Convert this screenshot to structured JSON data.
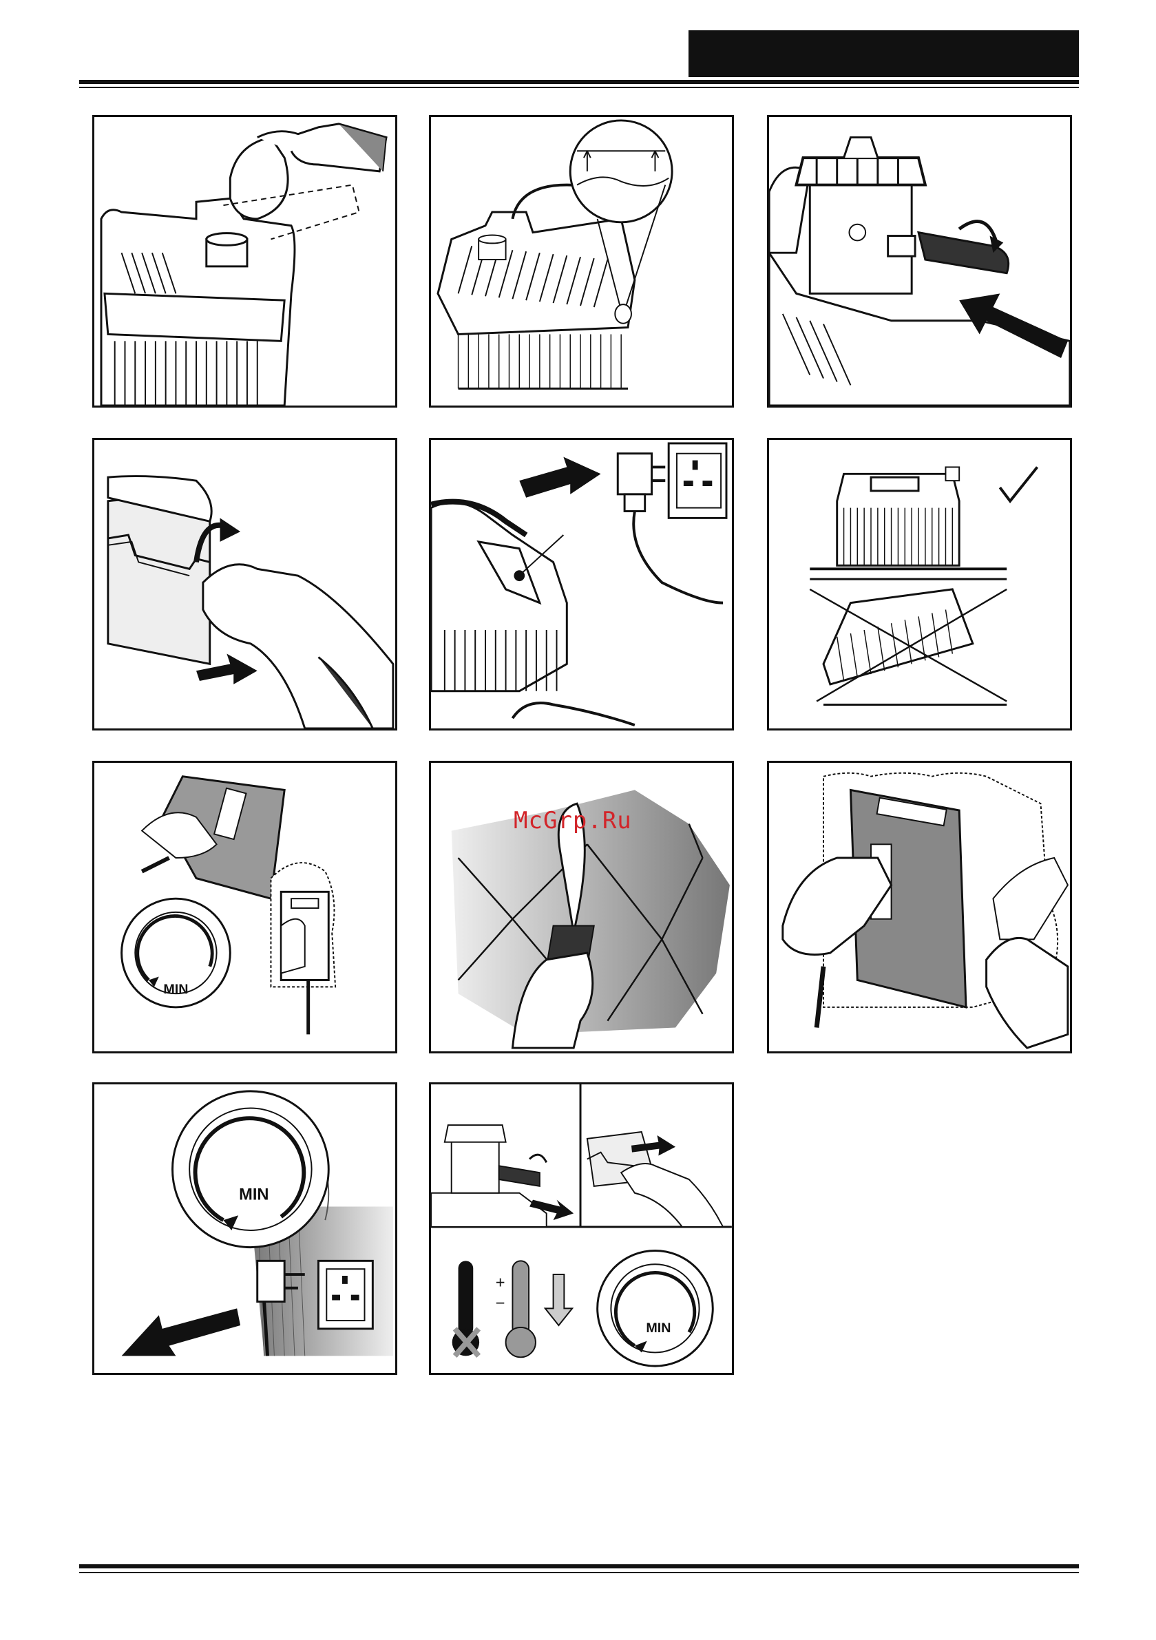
{
  "watermark": "McGrp.Ru",
  "dial_labels": {
    "panel7": "MIN",
    "panel10": "MIN",
    "panel11": "MIN"
  },
  "symbols": {
    "checkmark": "check-icon",
    "plus": "+",
    "minus": "−"
  }
}
